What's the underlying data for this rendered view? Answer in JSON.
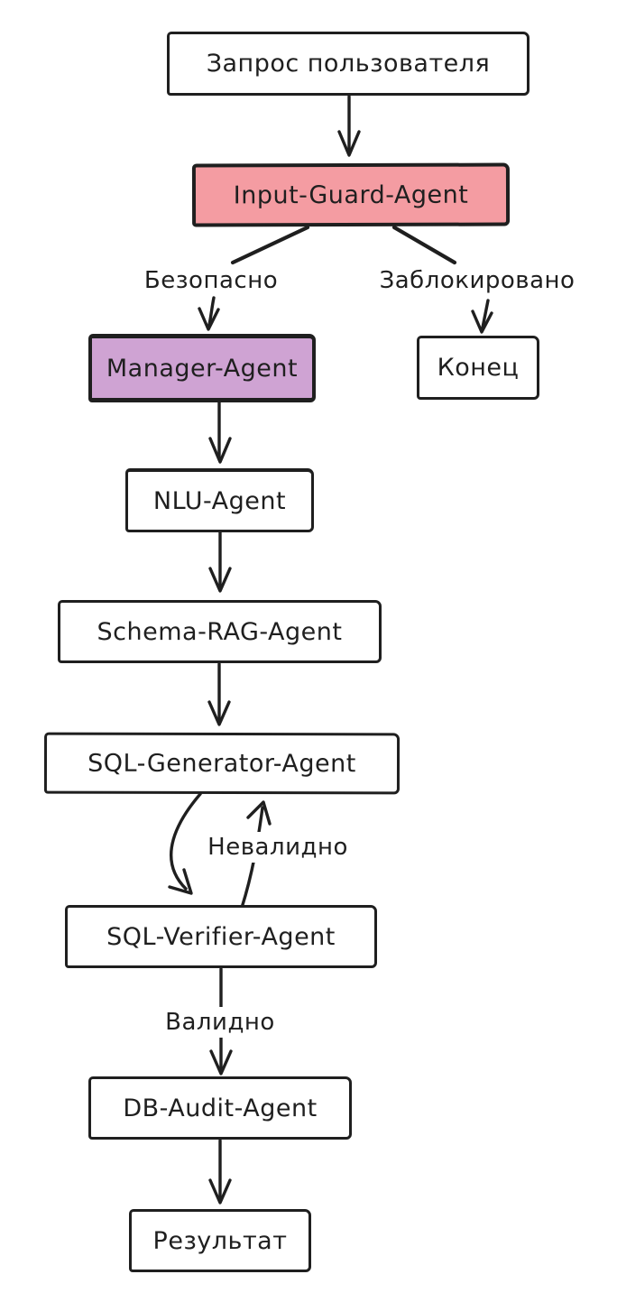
{
  "flowchart": {
    "background": "#ffffff",
    "stroke_color": "#1f1f1f",
    "nodes": {
      "user_request": {
        "label": "Запрос пользователя",
        "fill": "#ffffff"
      },
      "input_guard": {
        "label": "Input-Guard-Agent",
        "fill": "#f49ca2"
      },
      "manager": {
        "label": "Manager-Agent",
        "fill": "#cfa3d3"
      },
      "end": {
        "label": "Конец",
        "fill": "#ffffff"
      },
      "nlu": {
        "label": "NLU-Agent",
        "fill": "#ffffff"
      },
      "schema_rag": {
        "label": "Schema-RAG-Agent",
        "fill": "#ffffff"
      },
      "sql_generator": {
        "label": "SQL-Generator-Agent",
        "fill": "#ffffff"
      },
      "sql_verifier": {
        "label": "SQL-Verifier-Agent",
        "fill": "#ffffff"
      },
      "db_audit": {
        "label": "DB-Audit-Agent",
        "fill": "#ffffff"
      },
      "result": {
        "label": "Результат",
        "fill": "#ffffff"
      }
    },
    "edge_labels": {
      "safe": {
        "label": "Безопасно"
      },
      "blocked": {
        "label": "Заблокировано"
      },
      "invalid": {
        "label": "Невалидно"
      },
      "valid": {
        "label": "Валидно"
      }
    }
  }
}
